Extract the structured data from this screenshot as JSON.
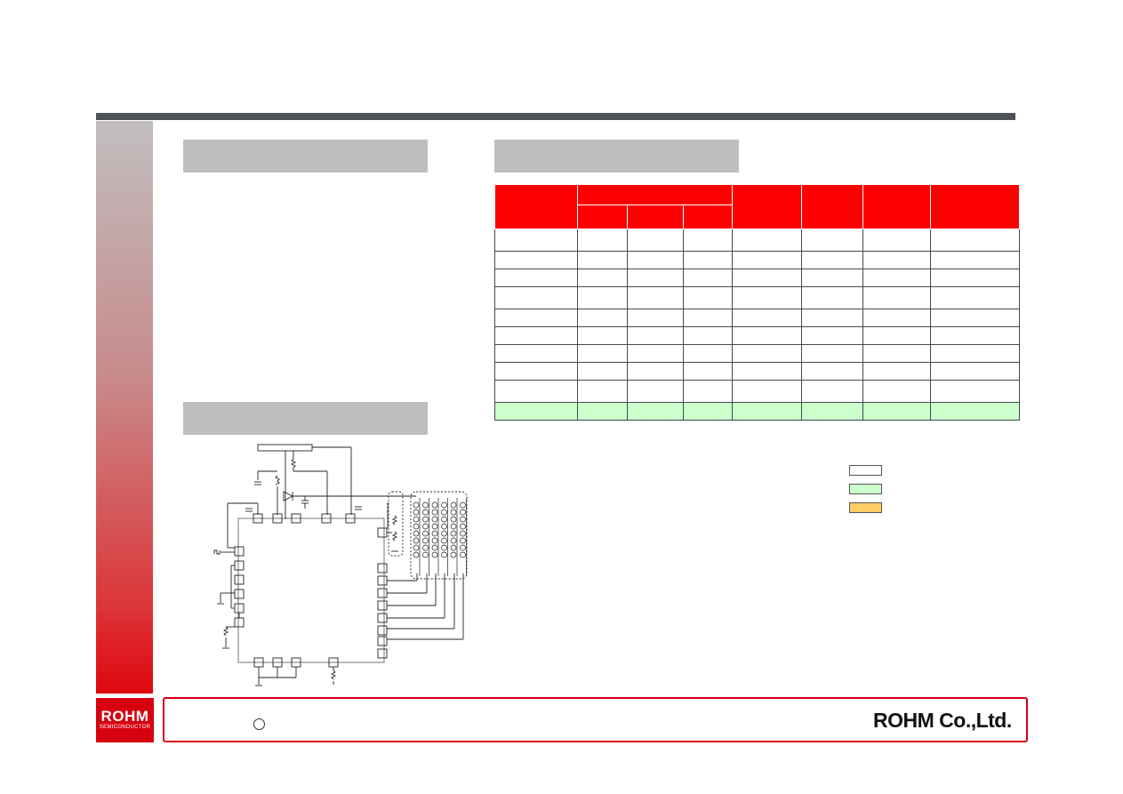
{
  "header": {
    "title": ""
  },
  "sections": {
    "left_top": "",
    "left_bottom": "",
    "right": ""
  },
  "table": {
    "header_groups": [
      "",
      "",
      "",
      "",
      "",
      ""
    ],
    "subheaders": [
      "",
      "",
      ""
    ],
    "rows": [
      [
        "",
        "",
        "",
        "",
        "",
        "",
        "",
        ""
      ],
      [
        "",
        "",
        "",
        "",
        "",
        "",
        "",
        ""
      ],
      [
        "",
        "",
        "",
        "",
        "",
        "",
        "",
        ""
      ],
      [
        "",
        "",
        "",
        "",
        "",
        "",
        "",
        ""
      ],
      [
        "",
        "",
        "",
        "",
        "",
        "",
        "",
        ""
      ],
      [
        "",
        "",
        "",
        "",
        "",
        "",
        "",
        ""
      ],
      [
        "",
        "",
        "",
        "",
        "",
        "",
        "",
        ""
      ],
      [
        "",
        "",
        "",
        "",
        "",
        "",
        "",
        ""
      ],
      [
        "",
        "",
        "",
        "",
        "",
        "",
        "",
        ""
      ],
      [
        "",
        "",
        "",
        "",
        "",
        "",
        "",
        ""
      ]
    ],
    "highlight_row": 9,
    "colors": {
      "header": "#ff0000",
      "highlight": "#ccffcc"
    }
  },
  "legend": [
    {
      "label": "",
      "color": "#ffffff"
    },
    {
      "label": "",
      "color": "#ccffcc"
    },
    {
      "label": "",
      "color": "#ffcc66"
    }
  ],
  "footer": {
    "logo_main": "ROHM",
    "logo_sub": "SEMICONDUCTOR",
    "copyright_symbol": "○",
    "company": "ROHM Co.,Ltd."
  },
  "theme": {
    "accent": "#d7000f",
    "bar": "#4d5257",
    "section_gray": "#bebebe"
  }
}
